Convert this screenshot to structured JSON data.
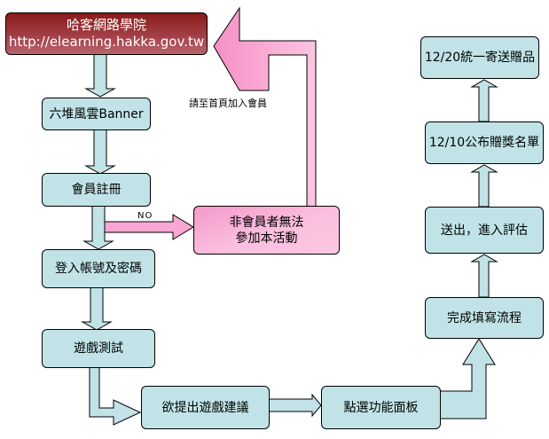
{
  "diagram": {
    "type": "flowchart",
    "colors": {
      "step_fill": "#c1e3e7",
      "start_fill": "#8b1a1a",
      "reject_fill": "#fbbfdf",
      "reject_arrow": "#f8a8d2",
      "outline": "#000000"
    },
    "nodes": {
      "start": {
        "title": "哈客網路學院",
        "url": "http://elearning.hakka.gov.tw"
      },
      "banner": {
        "label": "六堆風雲Banner"
      },
      "register": {
        "label": "會員註冊"
      },
      "reject": {
        "line1": "非會員者無法",
        "line2": "參加本活動"
      },
      "login": {
        "label": "登入帳號及密碼"
      },
      "test": {
        "label": "遊戲測試"
      },
      "suggest": {
        "label": "欲提出遊戲建議"
      },
      "panel": {
        "label": "點選功能面板"
      },
      "complete": {
        "label": "完成填寫流程"
      },
      "evaluate": {
        "label": "送出，進入評估"
      },
      "announce": {
        "label": "12/10公布贈獎名單"
      },
      "send_gift": {
        "label": "12/20統一寄送贈品"
      }
    },
    "edge_labels": {
      "no": "NO",
      "go_home": "請至首頁加入會員"
    },
    "edges": [
      [
        "start",
        "banner"
      ],
      [
        "banner",
        "register"
      ],
      [
        "register",
        "login"
      ],
      [
        "register",
        "reject"
      ],
      [
        "reject",
        "start"
      ],
      [
        "login",
        "test"
      ],
      [
        "test",
        "suggest"
      ],
      [
        "suggest",
        "panel"
      ],
      [
        "panel",
        "complete"
      ],
      [
        "complete",
        "evaluate"
      ],
      [
        "evaluate",
        "announce"
      ],
      [
        "announce",
        "send_gift"
      ]
    ]
  }
}
